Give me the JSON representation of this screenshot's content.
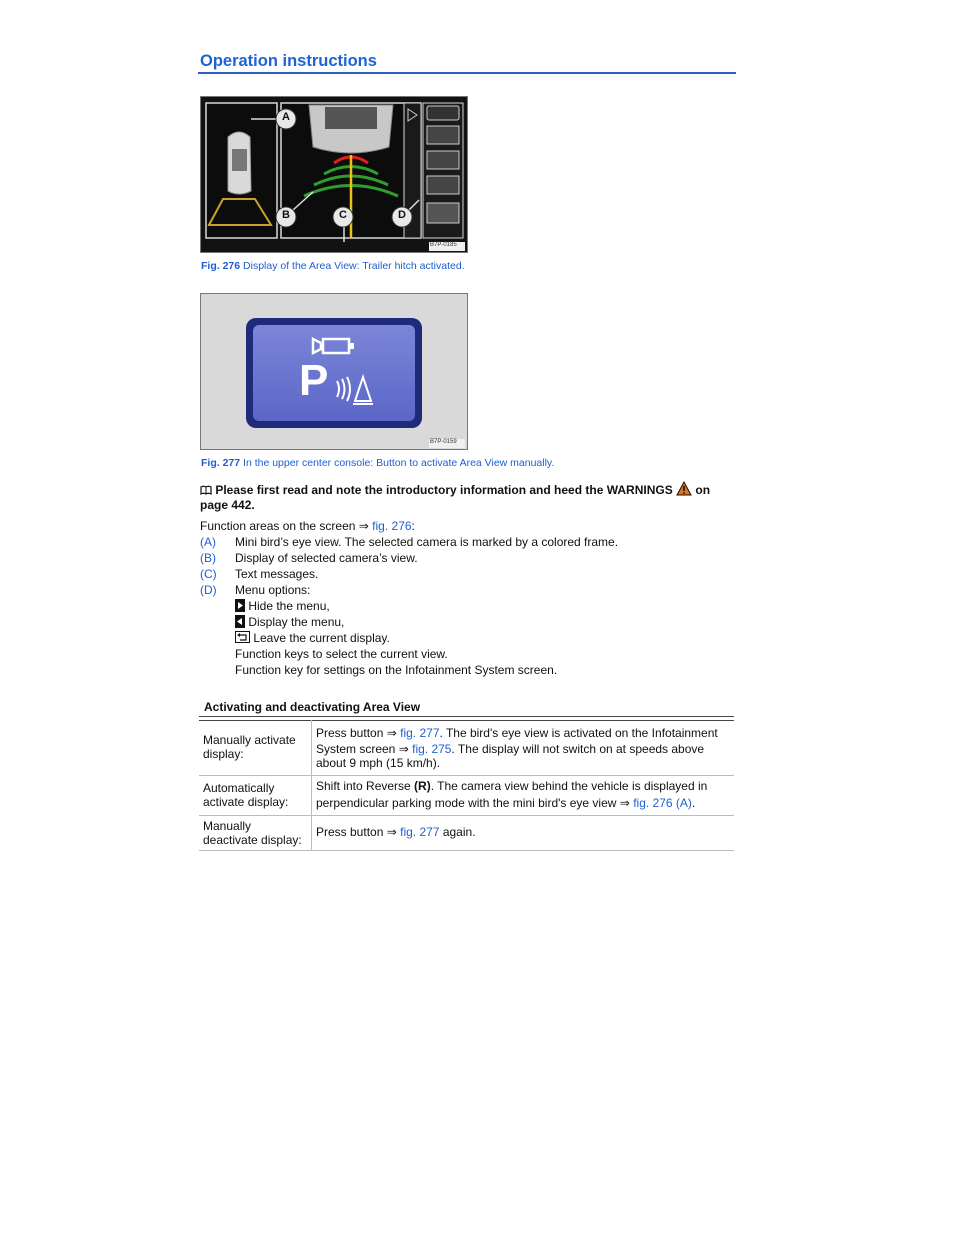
{
  "page": {
    "title": "Operation instructions"
  },
  "figures": {
    "fig276": {
      "callouts": [
        "A",
        "B",
        "C",
        "D"
      ],
      "code": "B7P-0185",
      "caption_num": "Fig. 276",
      "caption_text": " Display of the Area View: Trailer hitch activated."
    },
    "fig277": {
      "button_letter": "P",
      "code": "B7P-0159",
      "caption_num": "Fig. 277",
      "caption_text": " In the upper center console: Button to activate Area View manually."
    }
  },
  "note": {
    "text_before": " Please first read and note the introductory information and heed the WARNINGS ",
    "text_after": " on page 442."
  },
  "functions": {
    "intro_text": "Function areas on the screen ",
    "intro_arrow": "⇒",
    "intro_link": "fig. 276",
    "intro_end": ":",
    "items": [
      {
        "label": "(A)",
        "text": "Mini bird’s eye view. The selected camera is marked by a colored frame."
      },
      {
        "label": "(B)",
        "text": "Display of selected camera’s view."
      },
      {
        "label": "(C)",
        "text": "Text messages."
      },
      {
        "label": "(D)",
        "text": "Menu options:"
      }
    ],
    "menu_options": [
      {
        "icon": "triangle-right-icon",
        "text": " Hide the menu,"
      },
      {
        "icon": "triangle-left-icon",
        "text": " Display the menu,"
      },
      {
        "icon": "back-arrow-icon",
        "text": " Leave the current display."
      },
      {
        "icon": "",
        "text": "Function keys to select the current view."
      },
      {
        "icon": "",
        "text": "Function key for settings on the Infotainment System screen."
      }
    ]
  },
  "table": {
    "title": "Activating and deactivating Area View",
    "rows": [
      {
        "label": "Manually activate display:",
        "p1": "Press button ",
        "arrow1": "⇒",
        "link1": "fig. 277",
        "p2": ". The bird's eye view is activated on the Infotainment",
        "line2a": "System screen ",
        "arrow2": "⇒",
        "link2": "fig. 275",
        "line2b": ". The display will not switch on at speeds above",
        "line3": "about 9 mph (15 km/h)."
      },
      {
        "label": "Automatically activate display:",
        "p1": "Shift into Reverse ",
        "bold": "(R)",
        "p2": ". The camera view behind the vehicle is displayed in",
        "line2a": "perpendicular parking mode with the mini bird's eye view ",
        "arrow2": "⇒",
        "link2": "fig. 276 (A)",
        "line2b": "."
      },
      {
        "label": "Manually deactivate display:",
        "p1": "Press button ",
        "arrow1": "⇒",
        "link1": "fig. 277",
        "p2": " again."
      }
    ]
  },
  "colors": {
    "accent": "#1d5fd0",
    "warning": "#e0731c",
    "guide_red": "#e02020",
    "guide_green": "#2f9e2f",
    "guide_yellow": "#e8c21a",
    "button_blue": "#5b66c8"
  }
}
